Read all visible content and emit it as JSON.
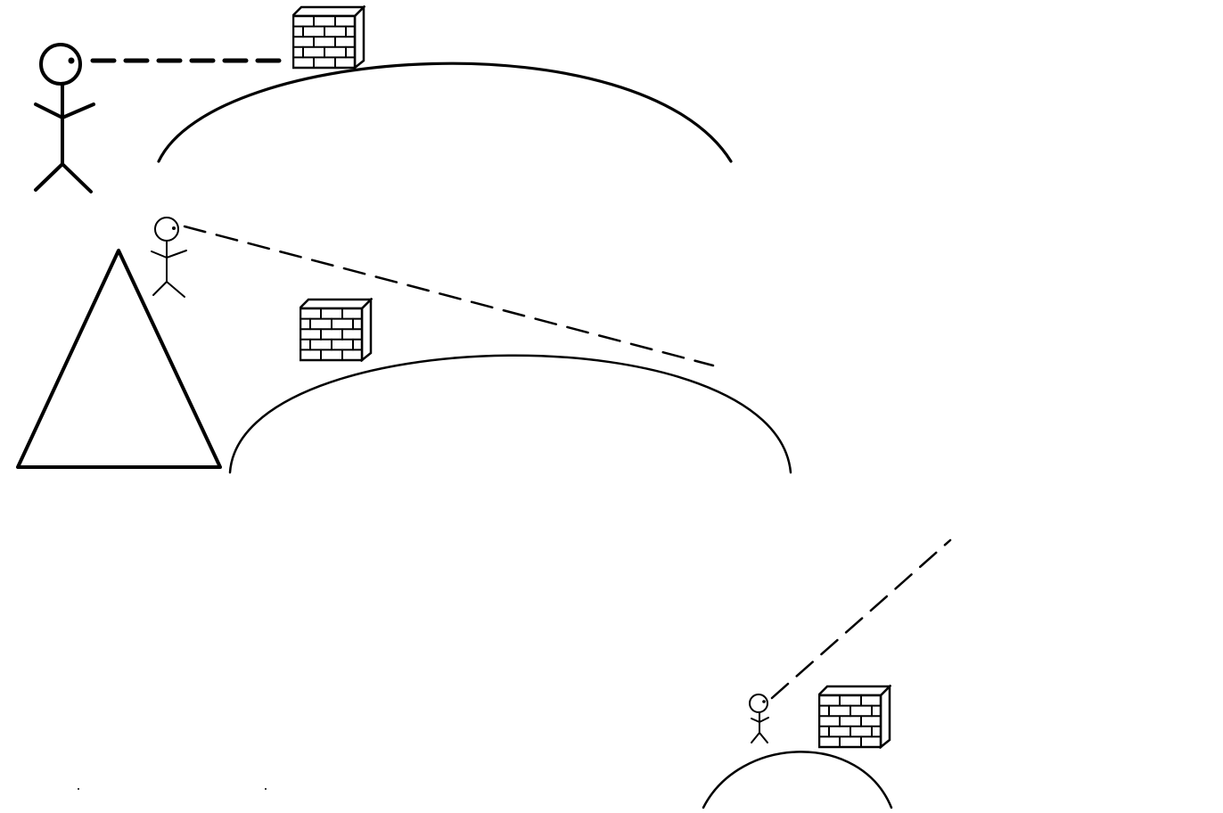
{
  "diagram": {
    "background": "#ffffff",
    "ink_color": "#000000",
    "scenes": [
      {
        "name": "large-observer-scene",
        "observer_size": "large",
        "barrier": "brick-wall",
        "line_of_sight": "dashed"
      },
      {
        "name": "mountain-observer-scene",
        "observer_size": "medium",
        "barrier": "brick-wall",
        "line_of_sight": "dashed",
        "extra_feature": "triangle-mountain"
      },
      {
        "name": "small-observer-scene",
        "observer_size": "small",
        "barrier": "brick-wall",
        "line_of_sight": "dashed"
      }
    ]
  }
}
